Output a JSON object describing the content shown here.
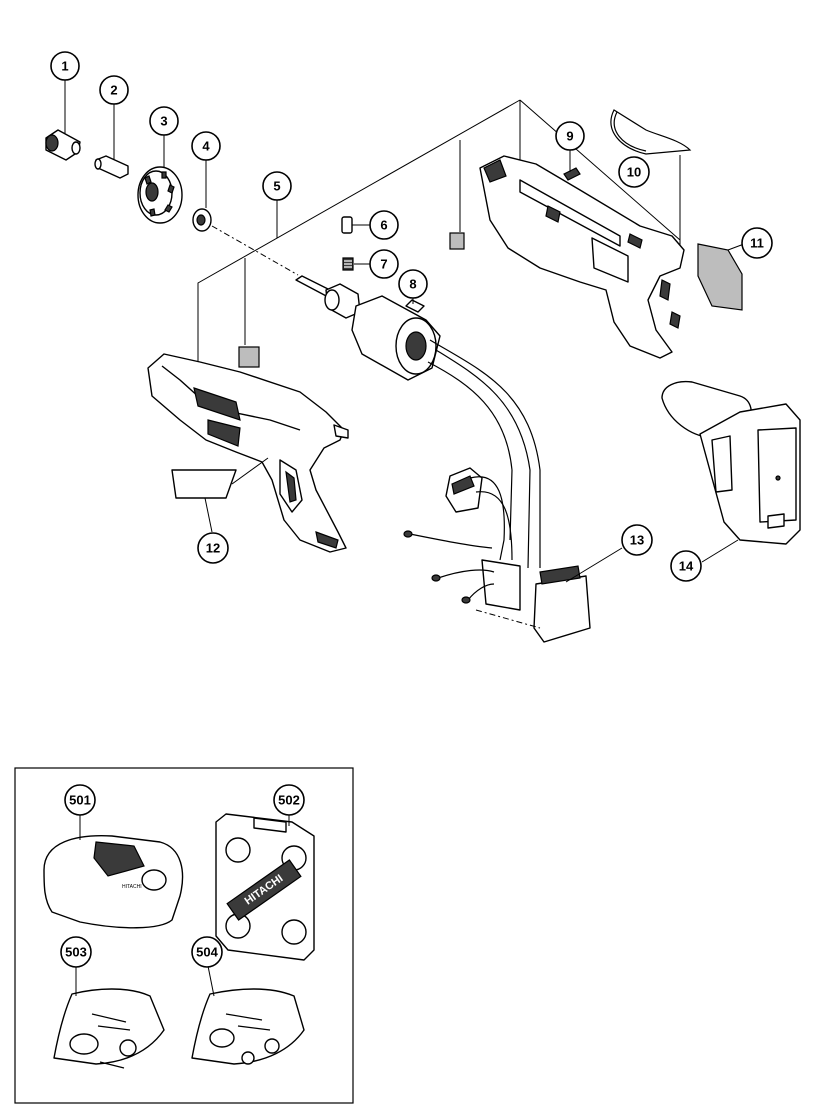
{
  "callouts": {
    "c1": "1",
    "c2": "2",
    "c3": "3",
    "c4": "4",
    "c5": "5",
    "c6": "6",
    "c7": "7",
    "c8": "8",
    "c9": "9",
    "c10": "10",
    "c11": "11",
    "c12": "12",
    "c13": "13",
    "c14": "14",
    "c501": "501",
    "c502": "502",
    "c503": "503",
    "c504": "504"
  },
  "case_brand": "HITACHI",
  "charger_brand": "HITACHI"
}
